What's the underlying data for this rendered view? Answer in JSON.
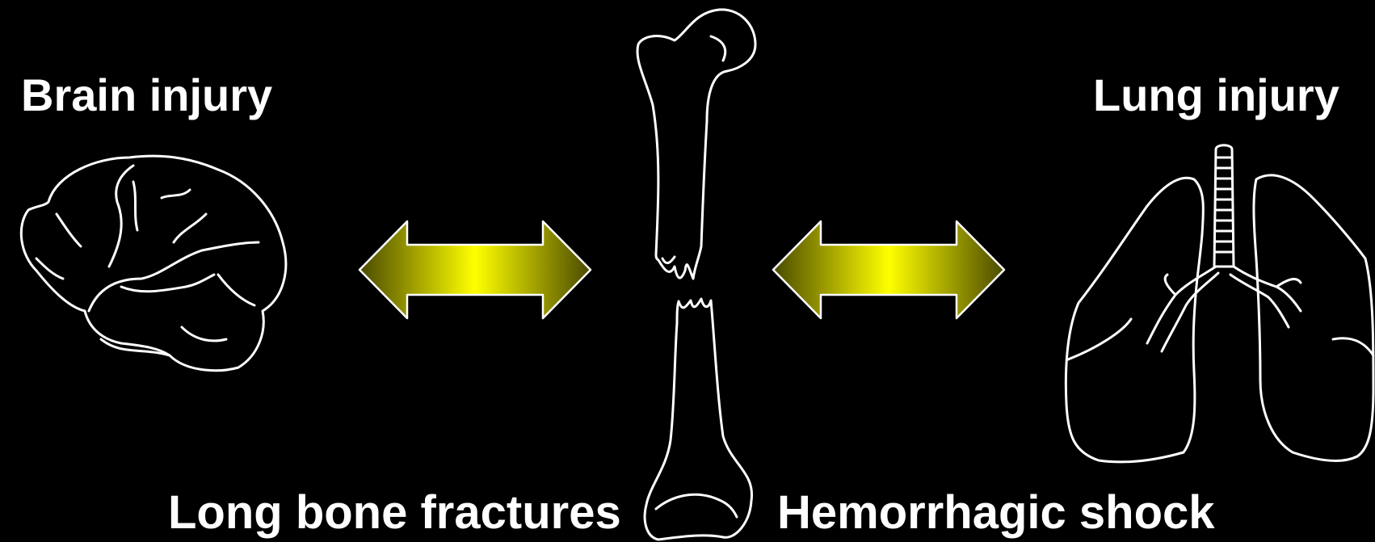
{
  "labels": {
    "brain": "Brain injury",
    "lung": "Lung injury",
    "bone": "Long bone fractures",
    "shock": "Hemorrhagic shock"
  },
  "colors": {
    "background": "#000000",
    "outline": "#ffffff",
    "arrow_center": "#ffff00",
    "arrow_edge": "#5a5a00"
  },
  "icons": [
    "brain-icon",
    "femur-icon",
    "lungs-icon",
    "double-arrow-icon"
  ]
}
